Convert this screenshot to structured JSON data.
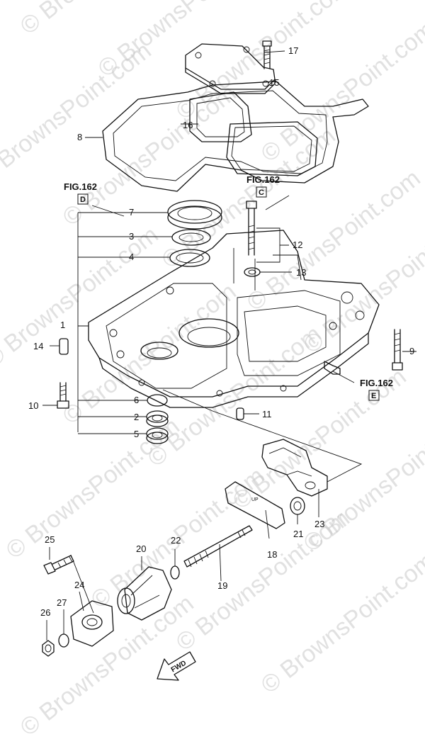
{
  "watermark": "© BrownsPoint.com",
  "fig_refs": [
    {
      "id": "fig-d",
      "title": "FIG.162",
      "box": "D"
    },
    {
      "id": "fig-c",
      "title": "FIG.162",
      "box": "C"
    },
    {
      "id": "fig-e",
      "title": "FIG.162",
      "box": "E"
    }
  ],
  "callouts": [
    "1",
    "2",
    "3",
    "4",
    "5",
    "6",
    "7",
    "8",
    "9",
    "10",
    "11",
    "12",
    "13",
    "14",
    "15",
    "16",
    "17",
    "18",
    "19",
    "20",
    "21",
    "22",
    "23",
    "24",
    "25",
    "26",
    "27"
  ],
  "direction_label": "FWD",
  "stamp": "UP"
}
